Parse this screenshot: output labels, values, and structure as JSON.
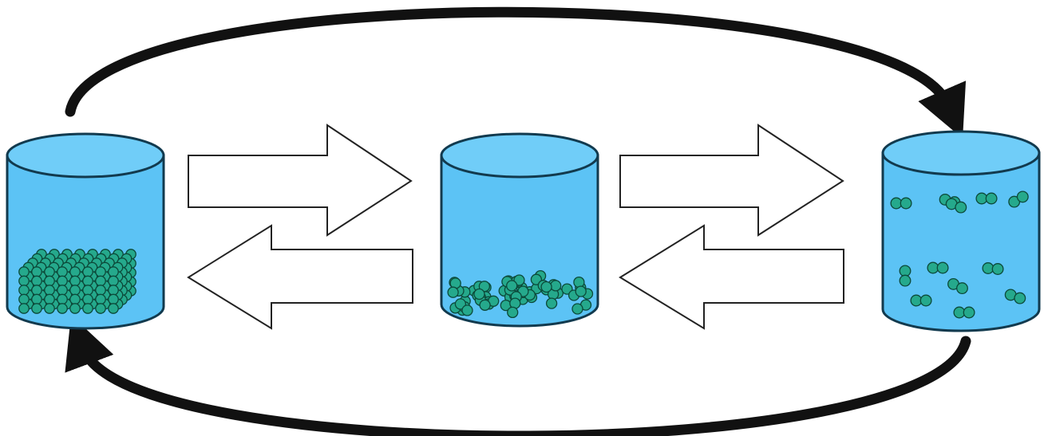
{
  "colors": {
    "background": "#ffffff",
    "liquid": "#5cc3f5",
    "liquid_top": "#70cdf8",
    "outline": "#123a4e",
    "particle_fill": "#25a98c",
    "particle_stroke": "#0c4a3a",
    "cycle_arrow": "#111111",
    "block_arrow_fill": "#ffffff",
    "block_arrow_stroke": "#222222"
  },
  "containers": [
    {
      "id": "left",
      "state": "ordered-solid-block"
    },
    {
      "id": "middle",
      "state": "random-pile-bottom"
    },
    {
      "id": "right",
      "state": "dispersed-pairs"
    }
  ],
  "icons": {
    "cycle_top": "curved-arrow-clockwise",
    "cycle_bottom": "curved-arrow-return",
    "block_arrows": [
      "right-block-arrow",
      "left-block-arrow",
      "right-block-arrow",
      "left-block-arrow"
    ]
  }
}
